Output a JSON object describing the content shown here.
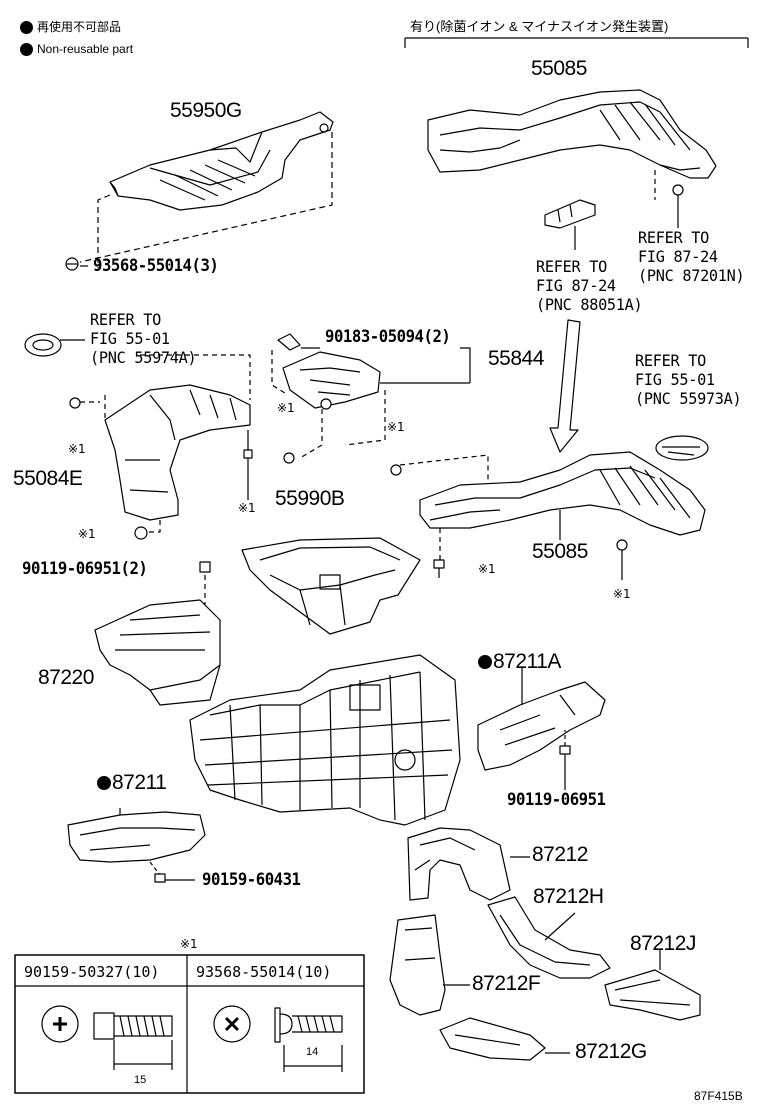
{
  "legend": {
    "jp": "再使用不可部品",
    "en": "Non-reusable part"
  },
  "option_note": "有り(除菌イオン & マイナスイオン発生装置)",
  "parts": {
    "p55950G": "55950G",
    "p55085_top": "55085",
    "p93568": "93568-55014(3)",
    "p90183": "90183-05094(2)",
    "p55844": "55844",
    "p55084E": "55084E",
    "p55990B": "55990B",
    "p55085_mid": "55085",
    "p90119_2": "90119-06951(2)",
    "p87220": "87220",
    "p87211A": "87211A",
    "p87211": "87211",
    "p90119": "90119-06951",
    "p90159": "90159-60431",
    "p87212": "87212",
    "p87212H": "87212H",
    "p87212J": "87212J",
    "p87212F": "87212F",
    "p87212G": "87212G"
  },
  "refs": {
    "r1": [
      "REFER TO",
      "FIG 87-24",
      "(PNC 87201N)"
    ],
    "r2": [
      "REFER TO",
      "FIG 87-24",
      "(PNC 88051A)"
    ],
    "r3": [
      "REFER TO",
      "FIG 55-01",
      "(PNC 55974A)"
    ],
    "r4": [
      "REFER TO",
      "FIG 55-01",
      "(PNC 55973A)"
    ]
  },
  "note_mark": "※1",
  "note_table": {
    "heading": "※1",
    "col1_part": "90159-50327(10)",
    "col2_part": "93568-55014(10)",
    "col1_len": "15",
    "col2_len": "14"
  },
  "figure_code": "87F415B"
}
